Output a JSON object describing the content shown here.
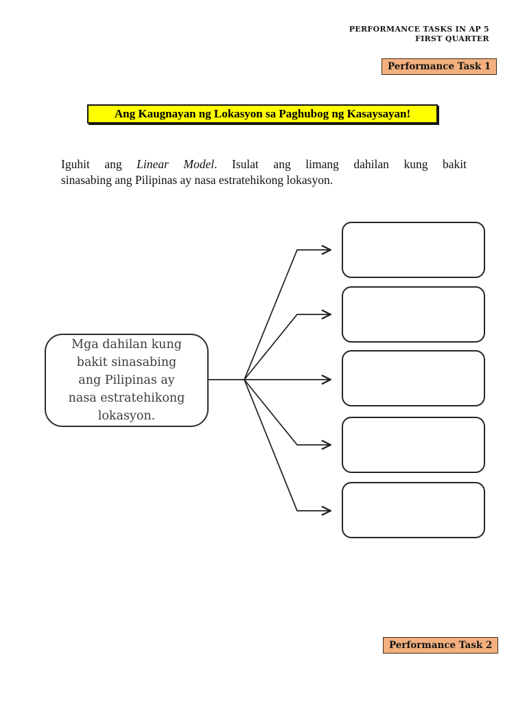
{
  "header": {
    "line1": "PERFORMANCE TASKS IN AP 5",
    "line2": "FIRST QUARTER"
  },
  "badges": {
    "task1": "Performance Task 1",
    "task2": "Performance Task 2"
  },
  "title_banner": "Ang Kaugnayan ng Lokasyon sa Paghubog ng Kasaysayan!",
  "instructions": {
    "line1_part1": "Iguhit ang ",
    "line1_italic": "Linear Model",
    "line1_part2": ". Isulat ang limang dahilan kung bakit",
    "line2": "sinasabing ang Pilipinas ay nasa estratehikong lokasyon."
  },
  "diagram": {
    "center_label": "Mga dahilan kung bakit sinasabing ang Pilipinas ay nasa estratehikong lokasyon.",
    "center_label_lines": [
      "Mga dahilan kung",
      "bakit sinasabing",
      "ang Pilipinas ay",
      "nasa estratehikong",
      "lokasyon."
    ],
    "answer_box_count": 5
  },
  "colors": {
    "badge_bg": "#f3b07e",
    "badge_border": "#3f2a14",
    "banner_bg": "#ffff00",
    "line_color": "#1f1f1f",
    "text_color": "#111111"
  }
}
